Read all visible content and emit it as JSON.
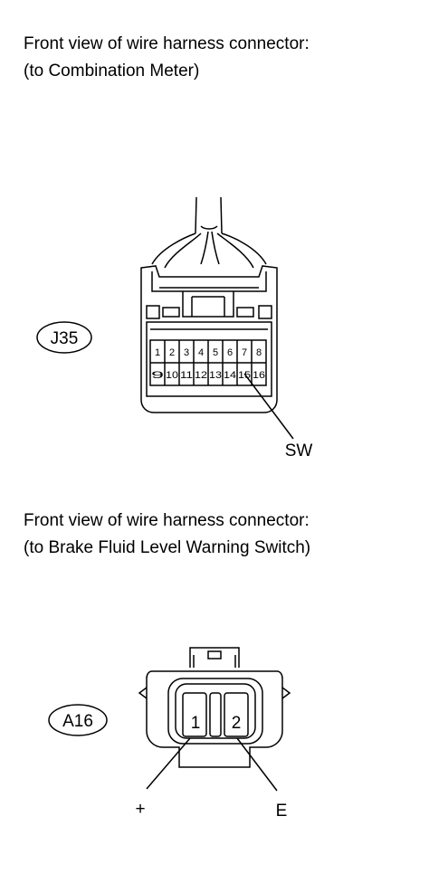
{
  "connector_j35": {
    "caption_line1": "Front view of wire harness connector:",
    "caption_line2": "(to Combination Meter)",
    "code": "J35",
    "pins_row1": [
      "1",
      "2",
      "3",
      "4",
      "5",
      "6",
      "7",
      "8"
    ],
    "pins_row2": [
      "9",
      "10",
      "11",
      "12",
      "13",
      "14",
      "15",
      "16"
    ],
    "callout": "SW"
  },
  "connector_a16": {
    "caption_line1": "Front view of wire harness connector:",
    "caption_line2": "(to Brake Fluid Level Warning Switch)",
    "code": "A16",
    "pins": [
      "1",
      "2"
    ],
    "callout_left": "+",
    "callout_right": "E"
  }
}
